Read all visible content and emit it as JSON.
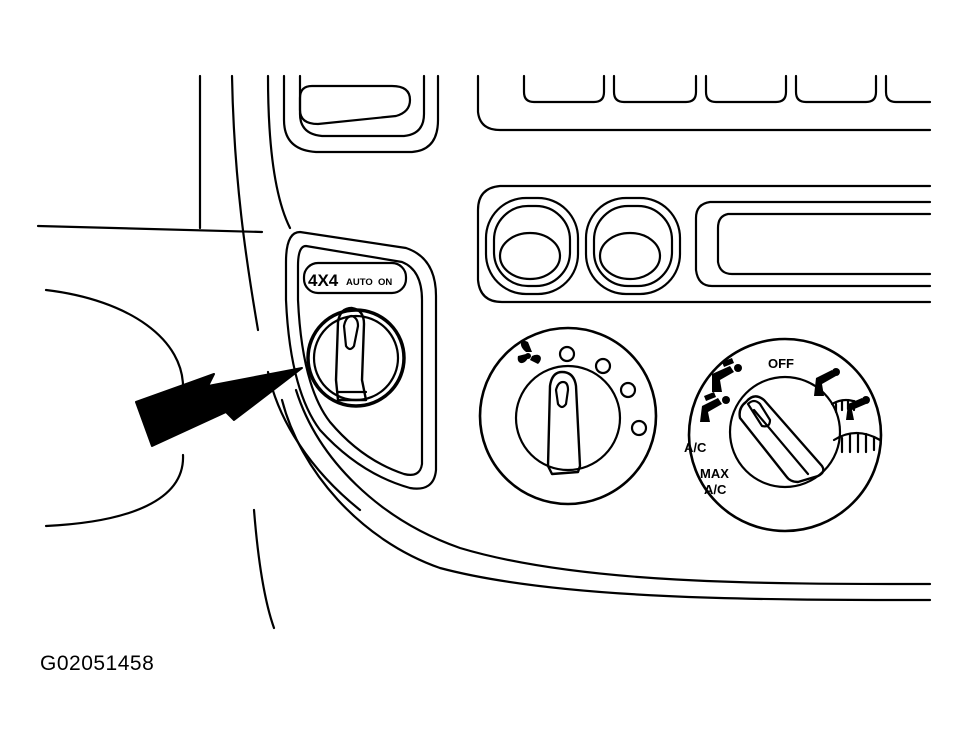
{
  "figure_code": "G02051458",
  "switch_panel": {
    "badge_main": "4X4",
    "badge_auto": "AUTO",
    "badge_on": "ON"
  },
  "mode_knob": {
    "label_off": "OFF",
    "label_ac": "A/C",
    "label_max_line1": "MAX",
    "label_max_line2": "A/C"
  },
  "colors": {
    "ink": "#000000",
    "paper": "#ffffff"
  }
}
